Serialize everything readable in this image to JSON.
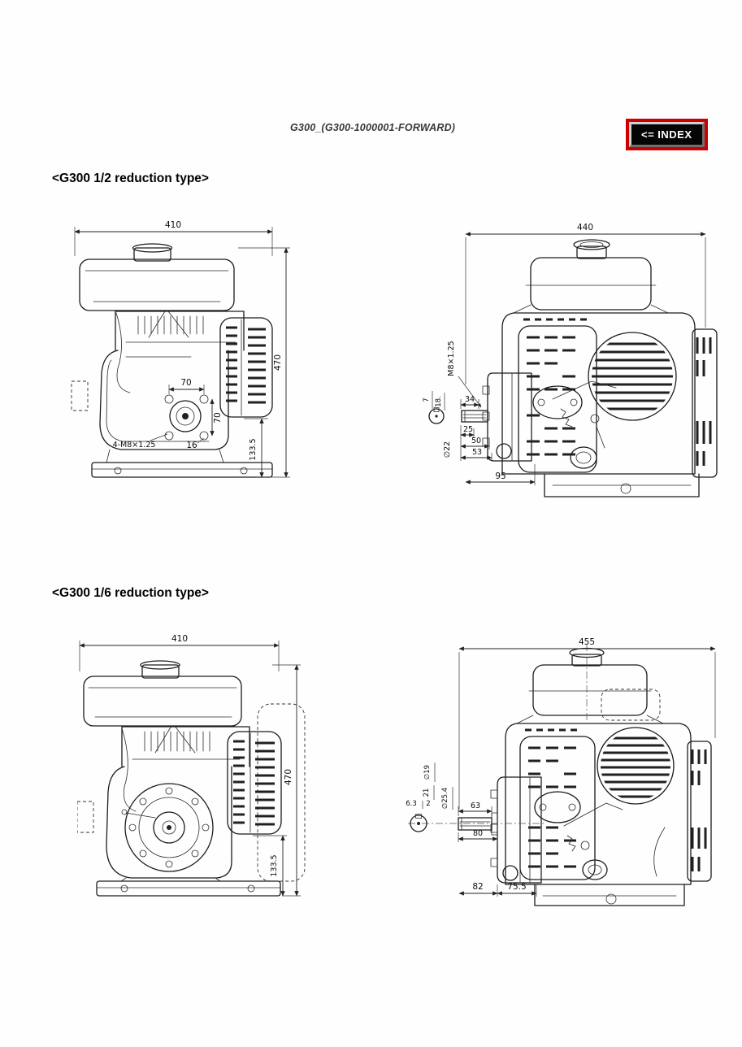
{
  "header": {
    "doc_title": "G300_(G300-1000001-FORWARD)",
    "index_button_label": "<= INDEX"
  },
  "colors": {
    "accent_red": "#cc0000",
    "button_bg": "#050505",
    "button_text": "#ffffff",
    "ink": "#1c1c1c",
    "paper": "#ffffff"
  },
  "sections": {
    "half": {
      "heading": "<G300 1/2 reduction type>"
    },
    "sixth": {
      "heading": "<G300 1/6 reduction type>"
    }
  },
  "drawings": {
    "half_side": {
      "dims": {
        "overall_width": "410",
        "overall_height": "470",
        "bolt_pitch_horizontal": "70",
        "bolt_pitch_vertical": "70",
        "mounting_bolts": "4-M8×1.25",
        "pto_offset": "16",
        "pto_center_height": "133.5"
      }
    },
    "half_front": {
      "dims": {
        "overall_width": "440",
        "drain_plug": "M8×1.25",
        "key_height": "7",
        "keyway_flat": "18.",
        "shaft_step": "34",
        "shaft_length_1": "25",
        "shaft_length_2": "50",
        "shaft_length_3": "53",
        "shaft_diameter": "∅22",
        "case_offset": "95"
      }
    },
    "sixth_side": {
      "dims": {
        "overall_width": "410",
        "overall_height": "470",
        "pto_center_height": "133.5"
      }
    },
    "sixth_front": {
      "dims": {
        "overall_width": "455",
        "shaft_minor_dia": "∅19",
        "keyway_flat": "21",
        "shaft_diameter": "∅25.4",
        "key_width": "6.3",
        "key_depth": "2",
        "shaft_length_1": "63",
        "shaft_length_2": "80",
        "case_offset_1": "82",
        "case_offset_2": "75.5"
      }
    }
  }
}
